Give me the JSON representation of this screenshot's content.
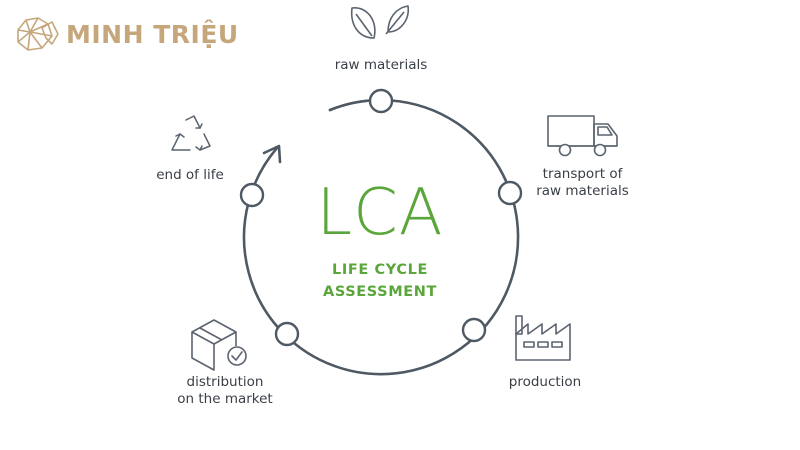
{
  "brand": {
    "name": "MINH TRIỆU",
    "color": "#c6a77c"
  },
  "center": {
    "title": "LCA",
    "subtitle_line1": "LIFE CYCLE",
    "subtitle_line2": "ASSESSMENT",
    "color": "#5aa63a"
  },
  "stages": [
    {
      "key": "raw",
      "label": "raw materials",
      "icon": "leaves-icon"
    },
    {
      "key": "transport",
      "label_line1": "transport of",
      "label_line2": "raw materials",
      "icon": "truck-icon"
    },
    {
      "key": "production",
      "label": "production",
      "icon": "factory-icon"
    },
    {
      "key": "distribution",
      "label_line1": "distribution",
      "label_line2": "on the market",
      "icon": "box-check-icon"
    },
    {
      "key": "end",
      "label": "end of life",
      "icon": "recycle-icon"
    }
  ],
  "colors": {
    "cycle_stroke": "#4f5963",
    "icon_stroke": "#5b6470",
    "text": "#3a3f47"
  }
}
